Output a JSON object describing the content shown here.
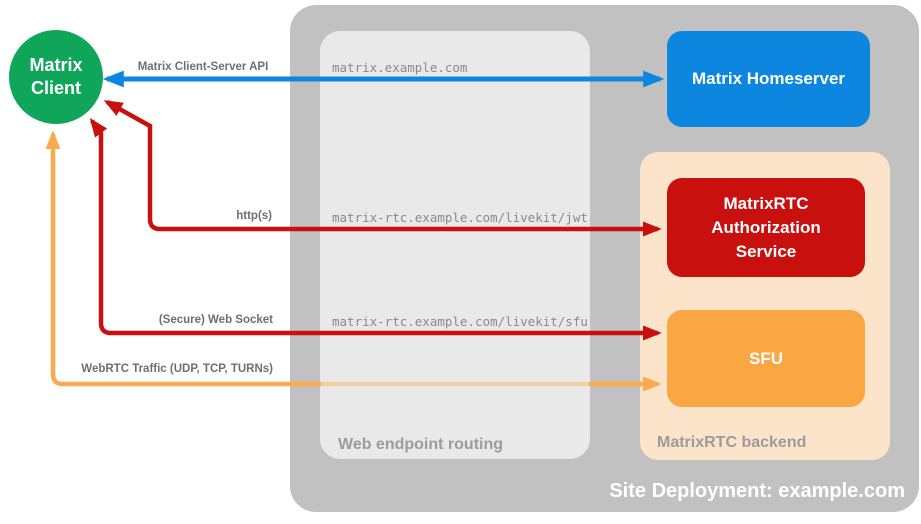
{
  "diagram": {
    "title": "Site Deployment: example.com",
    "client": {
      "label": "Matrix Client"
    },
    "homeserver": {
      "label": "Matrix Homeserver"
    },
    "auth_service": {
      "label": "MatrixRTC Authorization Service"
    },
    "sfu": {
      "label": "SFU"
    },
    "containers": {
      "web_endpoint_routing": {
        "label": "Web endpoint routing"
      },
      "matrixrtc_backend": {
        "label": "MatrixRTC backend"
      }
    },
    "endpoints": {
      "homeserver": "matrix.example.com",
      "auth_jwt": "matrix-rtc.example.com/livekit/jwt",
      "sfu_ws": "matrix-rtc.example.com/livekit/sfu"
    },
    "arrows": {
      "client_server_api": {
        "label": "Matrix Client-Server API",
        "direction": "bidirectional"
      },
      "https": {
        "label": "http(s)",
        "direction": "bidirectional"
      },
      "websocket": {
        "label": "(Secure) Web Socket",
        "direction": "bidirectional"
      },
      "webrtc": {
        "label": "WebRTC Traffic (UDP, TCP, TURNs)",
        "direction": "bidirectional"
      }
    }
  },
  "colors": {
    "client_green": "#0fa65a",
    "homeserver_blue": "#0d86e0",
    "auth_red": "#c8100e",
    "sfu_orange": "#faa642",
    "webrtc_line_orange": "#f9ab4e",
    "backend_peach": "#fce4cb",
    "site_gray": "#c1c1c1",
    "routing_gray": "#e9e9e9"
  }
}
